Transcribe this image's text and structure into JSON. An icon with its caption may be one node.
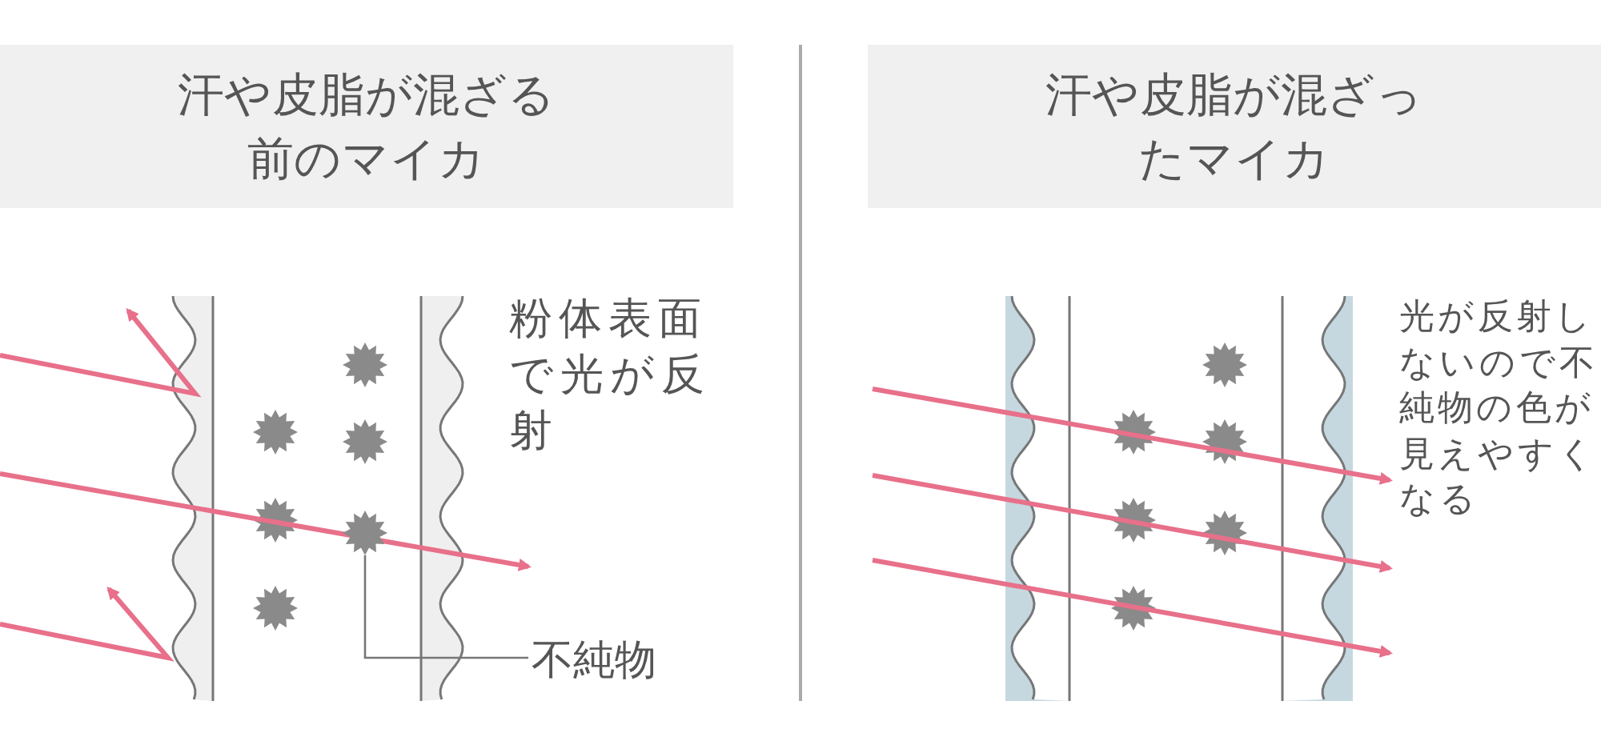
{
  "diagram": {
    "nodes": [
      {
        "text": [
          "汗や皮脂が混ざる前のマイカ"
        ]
      },
      {
        "text": [
          "汗や皮脂が混ざったマイカ"
        ]
      },
      {
        "text": [
          "不純物"
        ]
      },
      {
        "text": [],
        "shape": "circle"
      }
    ],
    "edges": [
      {
        "from": 2,
        "to": 3,
        "arrow": "none"
      }
    ],
    "labels": [
      "粉体表面で光が反射",
      "光が反射しないので不純物の色が見えやすくなる"
    ]
  }
}
